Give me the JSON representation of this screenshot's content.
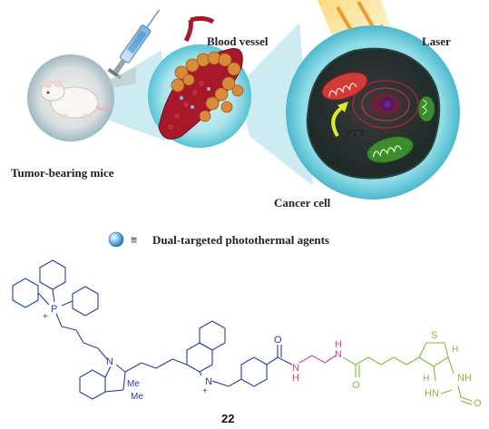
{
  "labels": {
    "blood_vessel": "Blood vessel",
    "laser": "Laser",
    "ptt": "PTT",
    "mice": "Tumor-bearing mice",
    "cancer_cell": "Cancer cell",
    "equiv": "≡",
    "agent": "Dual-targeted photothermal agents",
    "compound": "22"
  },
  "atoms": {
    "p": "P",
    "plus": "+",
    "n": "N",
    "me": "Me",
    "o": "O",
    "h": "H",
    "s": "S",
    "nh": "NH",
    "hn": "HN"
  },
  "colors": {
    "mito_part": "#1f3fb0",
    "dye_part": "#1f3fb0",
    "linker_part": "#d6408c",
    "biotin_part": "#7cbd3a",
    "cell_glow": "#7fd8e6",
    "vessel_red": "#a8182b",
    "laser_orange": "#f29a26"
  }
}
